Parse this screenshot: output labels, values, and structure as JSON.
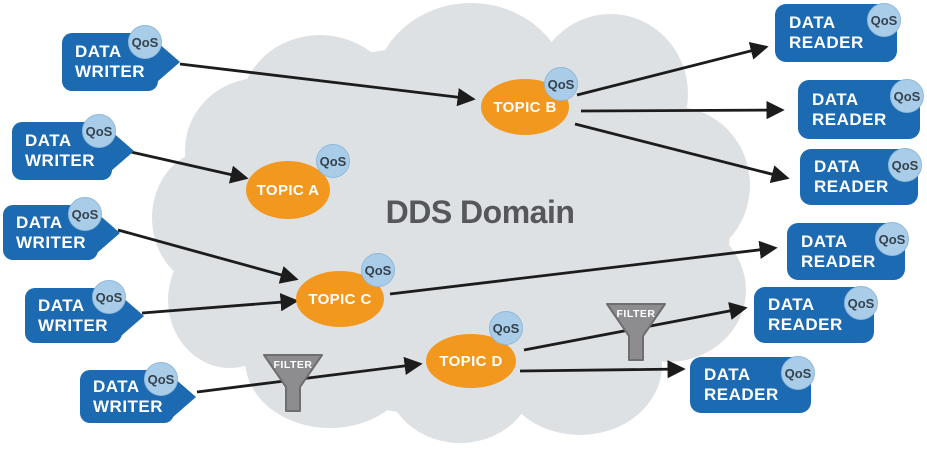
{
  "diagram": {
    "title": "DDS Domain",
    "qos_label": "QoS",
    "filter_label": "FILTER"
  },
  "writers": [
    {
      "id": "data-writer-1",
      "label": "DATA WRITER"
    },
    {
      "id": "data-writer-2",
      "label": "DATA WRITER"
    },
    {
      "id": "data-writer-3",
      "label": "DATA WRITER"
    },
    {
      "id": "data-writer-4",
      "label": "DATA WRITER"
    },
    {
      "id": "data-writer-5",
      "label": "DATA WRITER"
    }
  ],
  "topics": [
    {
      "id": "topic-a",
      "label": "TOPIC A"
    },
    {
      "id": "topic-b",
      "label": "TOPIC B"
    },
    {
      "id": "topic-c",
      "label": "TOPIC C"
    },
    {
      "id": "topic-d",
      "label": "TOPIC D"
    }
  ],
  "readers": [
    {
      "id": "data-reader-1",
      "label": "DATA READER"
    },
    {
      "id": "data-reader-2",
      "label": "DATA READER"
    },
    {
      "id": "data-reader-3",
      "label": "DATA READER"
    },
    {
      "id": "data-reader-4",
      "label": "DATA READER"
    },
    {
      "id": "data-reader-5",
      "label": "DATA READER"
    },
    {
      "id": "data-reader-6",
      "label": "DATA READER"
    }
  ],
  "filters": [
    {
      "id": "filter-1",
      "label": "FILTER"
    },
    {
      "id": "filter-2",
      "label": "FILTER"
    }
  ],
  "connections": [
    {
      "from": "data-writer-1",
      "to": "topic-b"
    },
    {
      "from": "data-writer-2",
      "to": "topic-a"
    },
    {
      "from": "data-writer-3",
      "to": "topic-c"
    },
    {
      "from": "data-writer-4",
      "to": "topic-c"
    },
    {
      "from": "data-writer-5",
      "to": "topic-d",
      "via": "filter-1"
    },
    {
      "from": "topic-b",
      "to": "data-reader-1"
    },
    {
      "from": "topic-b",
      "to": "data-reader-2"
    },
    {
      "from": "topic-b",
      "to": "data-reader-3"
    },
    {
      "from": "topic-c",
      "to": "data-reader-4"
    },
    {
      "from": "topic-d",
      "to": "data-reader-5",
      "via": "filter-2"
    },
    {
      "from": "topic-d",
      "to": "data-reader-6"
    }
  ],
  "colors": {
    "node_blue": "#1c6ab2",
    "qos_badge_blue": "#a9cde9",
    "topic_orange": "#f2981f",
    "cloud_gray": "#dde1e4",
    "filter_gray": "#8d8d8f",
    "arrow_black": "#1c1c1c",
    "title_gray": "#56575a"
  }
}
